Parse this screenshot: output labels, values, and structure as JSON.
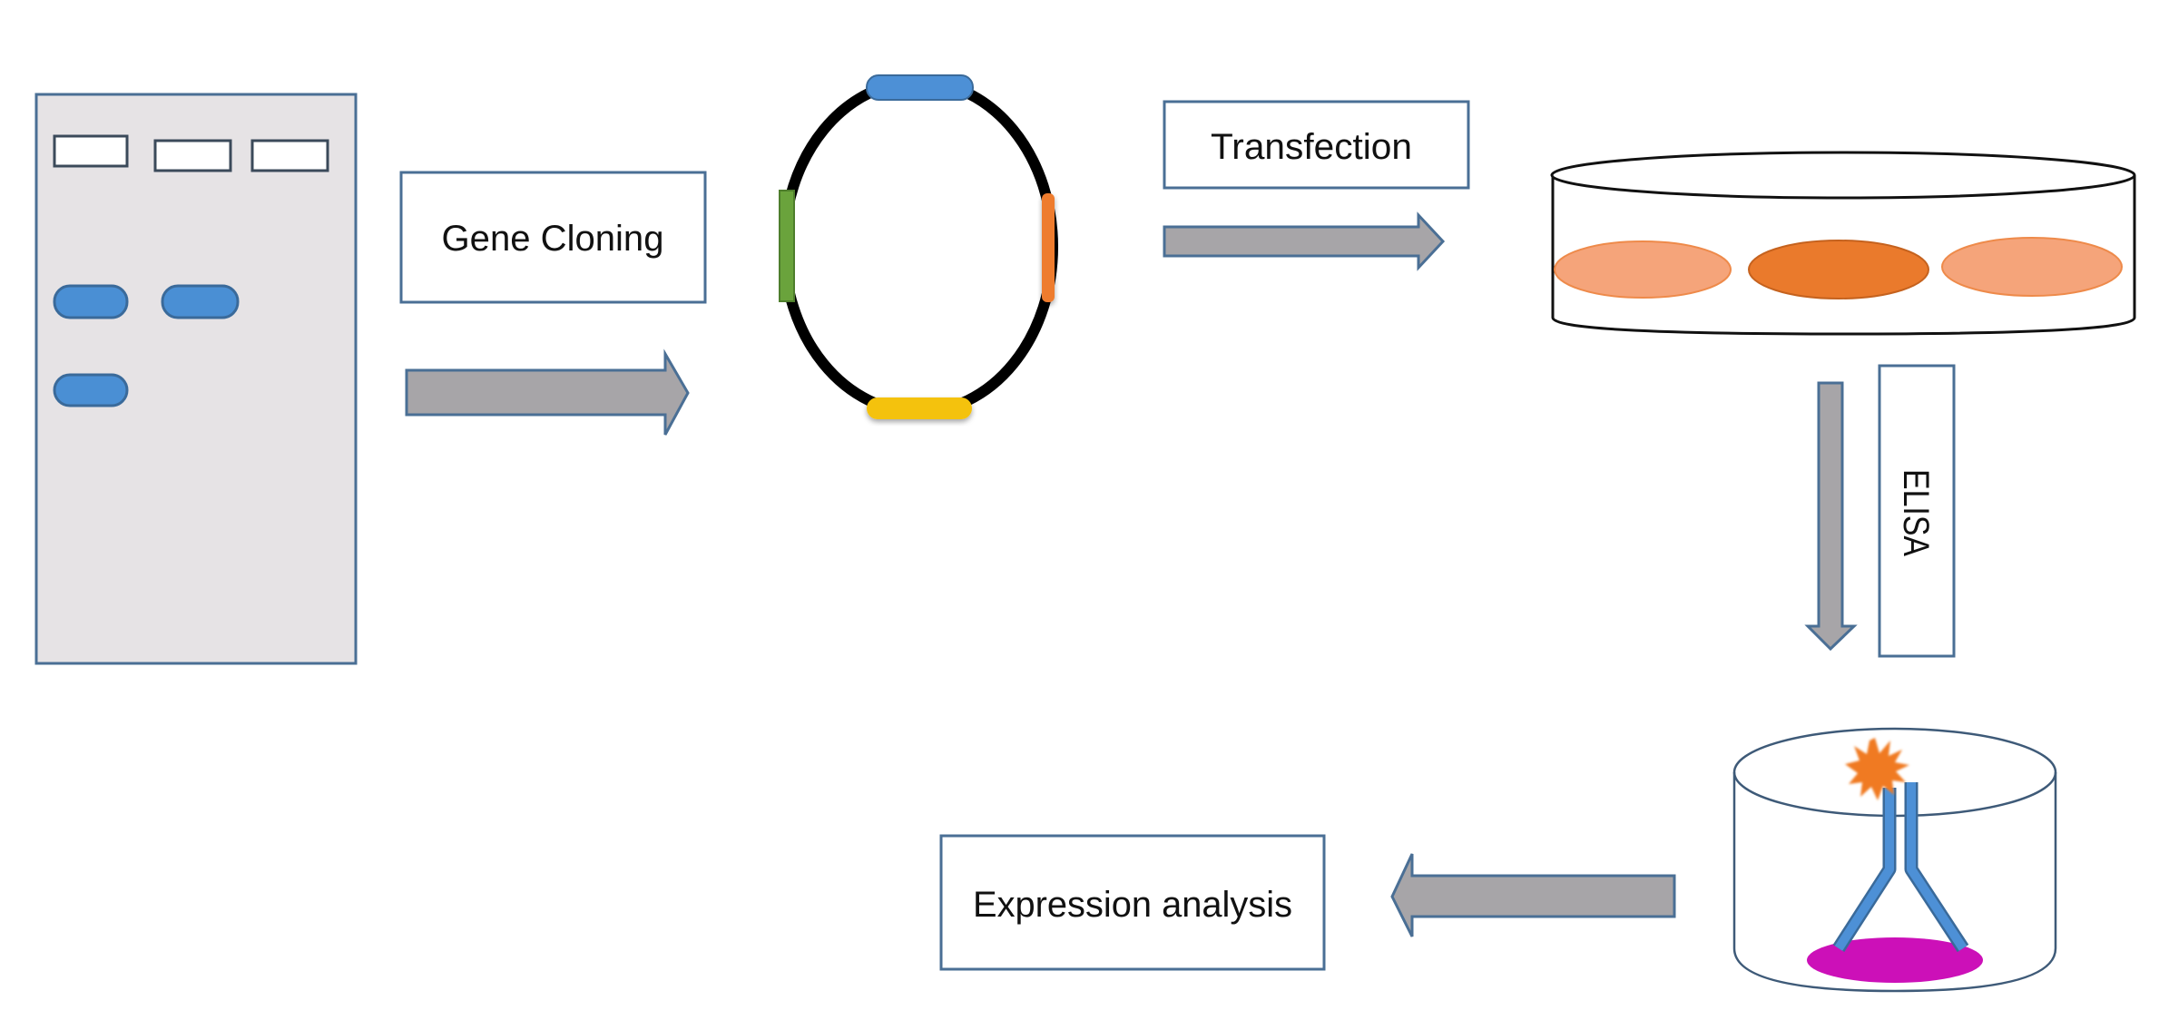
{
  "diagram": {
    "type": "workflow",
    "steps": [
      {
        "id": "gel",
        "label": "",
        "depiction": "agarose gel with 3 wells and bands"
      },
      {
        "id": "plasmid",
        "label": "",
        "depiction": "plasmid vector with colored gene segments"
      },
      {
        "id": "cell-culture",
        "label": "",
        "depiction": "culture dish with three cell colonies"
      },
      {
        "id": "elisa-well",
        "label": "",
        "depiction": "ELISA well with antibody, antigen spot and signal burst"
      }
    ],
    "labels": {
      "gene_cloning": "Gene Cloning",
      "transfection": "Transfection",
      "elisa": "ELISA",
      "expression_analysis": "Expression analysis"
    },
    "edges": [
      {
        "from": "gel",
        "to": "plasmid",
        "label": "Gene Cloning",
        "direction": "right"
      },
      {
        "from": "plasmid",
        "to": "cell-culture",
        "label": "Transfection",
        "direction": "right"
      },
      {
        "from": "cell-culture",
        "to": "elisa-well",
        "label": "ELISA",
        "direction": "down"
      },
      {
        "from": "elisa-well",
        "to": "expression-analysis",
        "label": "Expression analysis",
        "direction": "left"
      }
    ],
    "gel": {
      "wells": 3,
      "bands_per_lane": [
        2,
        1,
        0
      ]
    },
    "plasmid": {
      "segments": [
        "blue",
        "orange",
        "yellow",
        "green"
      ]
    },
    "colors": {
      "gel_fill": "#e6e3e5",
      "outline_blue": "#4a6f95",
      "band_blue": "#4a8fd4",
      "arrow_gray": "#a7a5a8",
      "plasmid_black": "#000000",
      "seg_blue": "#4d90d6",
      "seg_orange": "#ee7b2e",
      "seg_yellow": "#f4c20e",
      "seg_green": "#6aa33c",
      "cell_light": "#f5a47a",
      "cell_dark": "#ea7a2c",
      "magenta": "#cc10b8",
      "burst_orange": "#f07a20",
      "antibody_blue": "#4d90d6"
    }
  }
}
